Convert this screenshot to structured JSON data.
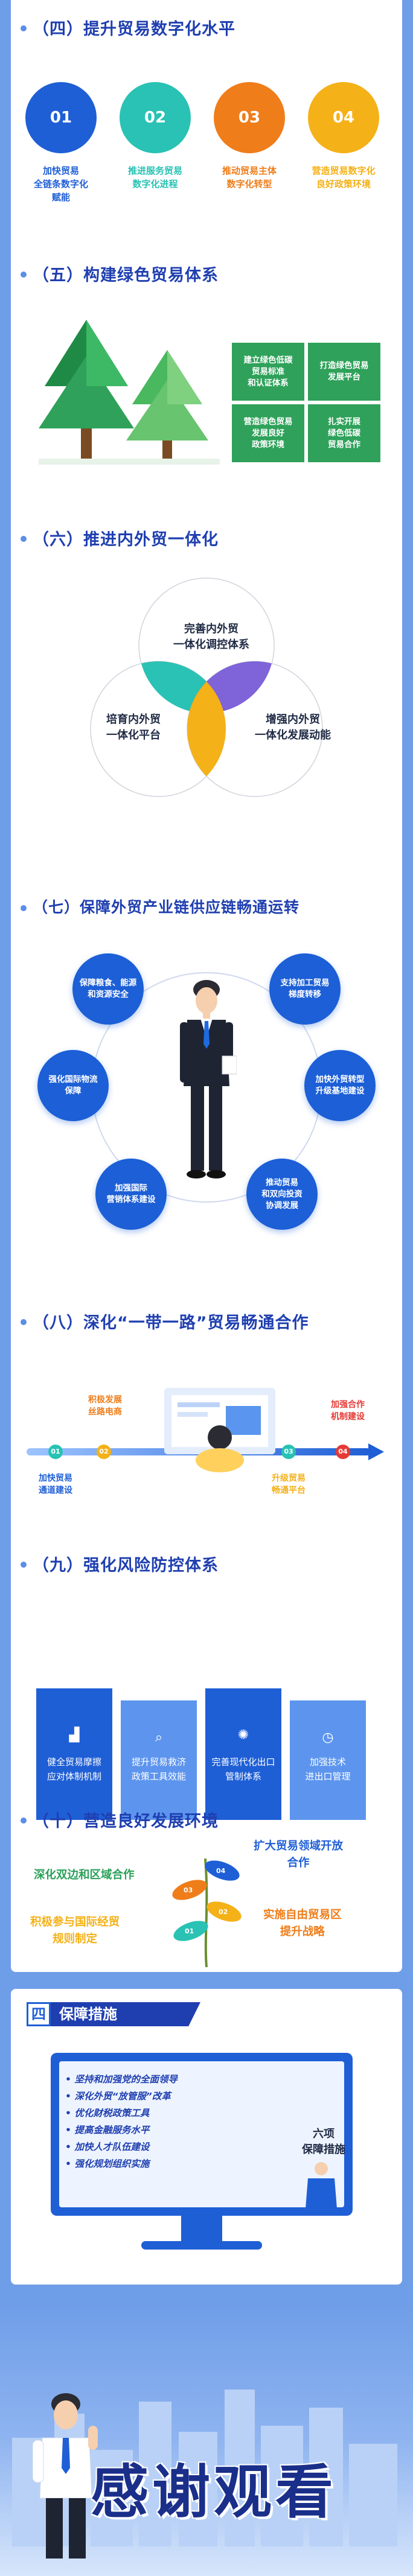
{
  "colors": {
    "title_blue": "#1f3fb0",
    "page_bg": "#6f9ee8",
    "tree_green": "#2fa15a",
    "accent_orange": "#ef7d1a",
    "accent_yellow": "#f4b118",
    "accent_red": "#e53a35",
    "teal": "#29c2b4"
  },
  "sec4": {
    "title": "（四）提升贸易数字化水平",
    "items": [
      {
        "num": "01",
        "label": "加快贸易\n全链条数字化\n赋能",
        "color": "#1f5fd6"
      },
      {
        "num": "02",
        "label": "推进服务贸易\n数字化进程",
        "color": "#29c2b4"
      },
      {
        "num": "03",
        "label": "推动贸易主体\n数字化转型",
        "color": "#ef7d1a"
      },
      {
        "num": "04",
        "label": "营造贸易数字化\n良好政策环境",
        "color": "#f4b118"
      }
    ]
  },
  "sec5": {
    "title": "（五）构建绿色贸易体系",
    "items": [
      "建立绿色低碳\n贸易标准\n和认证体系",
      "打造绿色贸易\n发展平台",
      "营造绿色贸易\n发展良好\n政策环境",
      "扎实开展\n绿色低碳\n贸易合作"
    ]
  },
  "sec6": {
    "title": "（六）推进内外贸一体化",
    "top": "完善内外贸\n一体化调控体系",
    "left": "培育内外贸\n一体化平台",
    "right": "增强内外贸\n一体化发展动能"
  },
  "sec7": {
    "title": "（七）保障外贸产业链供应链畅通运转",
    "items": [
      "保障粮食、能源\n和资源安全",
      "支持加工贸易\n梯度转移",
      "强化国际物流\n保障",
      "加快外贸转型\n升级基地建设",
      "加强国际\n营销体系建设",
      "推动贸易\n和双向投资\n协调发展"
    ]
  },
  "sec8": {
    "title": "（八）深化“一带一路”贸易畅通合作",
    "items": [
      {
        "num": "01",
        "label": "加快贸易\n通道建设"
      },
      {
        "num": "02",
        "label": "积极发展\n丝路电商"
      },
      {
        "num": "03",
        "label": "升级贸易\n畅通平台"
      },
      {
        "num": "04",
        "label": "加强合作\n机制建设"
      }
    ]
  },
  "sec9": {
    "title": "（九）强化风险防控体系",
    "items": [
      {
        "label": "健全贸易摩擦\n应对体制机制",
        "icon": "bar-chart-icon"
      },
      {
        "label": "提升贸易救济\n政策工具效能",
        "icon": "magnifier-icon"
      },
      {
        "label": "完善现代化出口\n管制体系",
        "icon": "lightbulb-icon"
      },
      {
        "label": "加强技术\n进出口管理",
        "icon": "clock-icon"
      }
    ]
  },
  "sec10": {
    "title": "（十）营造良好发展环境",
    "items": [
      "深化双边和区域合作",
      "扩大贸易领域开放\n合作",
      "积极参与国际经贸\n规则制定",
      "实施自由贸易区\n提升战略"
    ]
  },
  "guarantee": {
    "num": "四",
    "title": "保障措施",
    "items": [
      "坚持和加强党的全面领导",
      "深化外贸“放管服”改革",
      "优化财税政策工具",
      "提高金融服务水平",
      "加快人才队伍建设",
      "强化规划组织实施"
    ],
    "side_label": "六项\n保障措施"
  },
  "thanks": "感谢观看"
}
